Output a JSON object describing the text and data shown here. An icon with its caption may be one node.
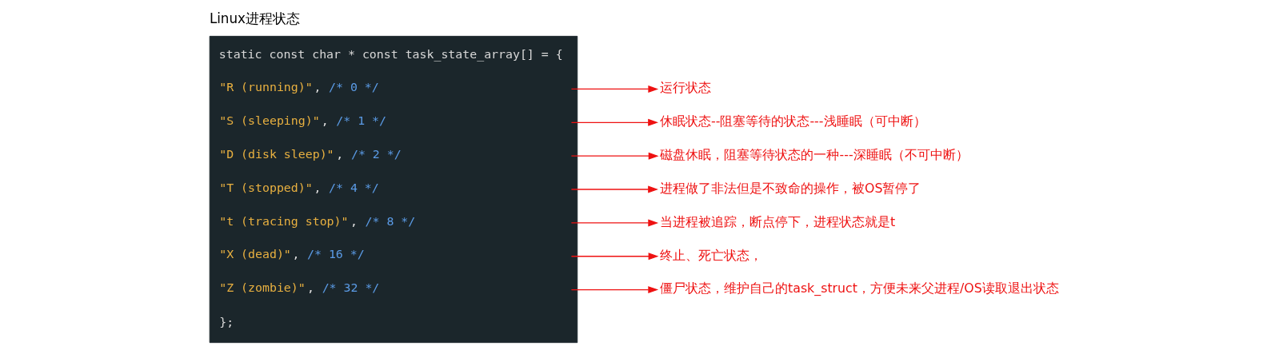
{
  "diagram": {
    "title": "Linux进程状态",
    "nodes": [
      {
        "text": [],
        "shape": "box"
      },
      {
        "text": [
          "static const char * const task_state_array[] = {"
        ],
        "in": 0
      },
      {
        "text": [
          "\"R (running)\", /* 0 */"
        ],
        "in": 0
      },
      {
        "text": [
          "\"S (sleeping)\", /* 1 */"
        ],
        "in": 0
      },
      {
        "text": [
          "\"D (disk sleep)\", /* 2 */"
        ],
        "in": 0
      },
      {
        "text": [
          "\"T (stopped)\", /* 4 */"
        ],
        "in": 0
      },
      {
        "text": [
          "\"t (tracing stop)\", /* 8 */"
        ],
        "in": 0
      },
      {
        "text": [
          "\"X (dead)\", /* 16 */"
        ],
        "in": 0
      },
      {
        "text": [
          "\"Z (zombie)\", /* 32 */"
        ],
        "in": 0
      },
      {
        "text": [
          "};"
        ],
        "in": 0
      },
      {
        "text": [
          "运行状态"
        ]
      },
      {
        "text": [
          "休眠状态--阻塞等待的状态---浅睡眠（可中断）"
        ]
      },
      {
        "text": [
          "磁盘休眠，阻塞等待状态的一种---深睡眠（不可中断）"
        ]
      },
      {
        "text": [
          "进程做了非法但是不致命的操作，被OS暂停了"
        ]
      },
      {
        "text": [
          "当进程被追踪，断点停下，进程状态就是t"
        ]
      },
      {
        "text": [
          "终止、死亡状态，"
        ]
      },
      {
        "text": [
          "僵尸状态，维护自己的task_struct，方便未来父进程/OS读取退出状态"
        ]
      }
    ],
    "edges": [
      {
        "from": 2,
        "to": 10,
        "arrow": "to"
      },
      {
        "from": 3,
        "to": 11,
        "arrow": "to"
      },
      {
        "from": 4,
        "to": 12,
        "arrow": "to"
      },
      {
        "from": 5,
        "to": 13,
        "arrow": "to"
      },
      {
        "from": 6,
        "to": 14,
        "arrow": "to"
      },
      {
        "from": 7,
        "to": 15,
        "arrow": "to"
      },
      {
        "from": 8,
        "to": 16,
        "arrow": "to"
      }
    ]
  }
}
